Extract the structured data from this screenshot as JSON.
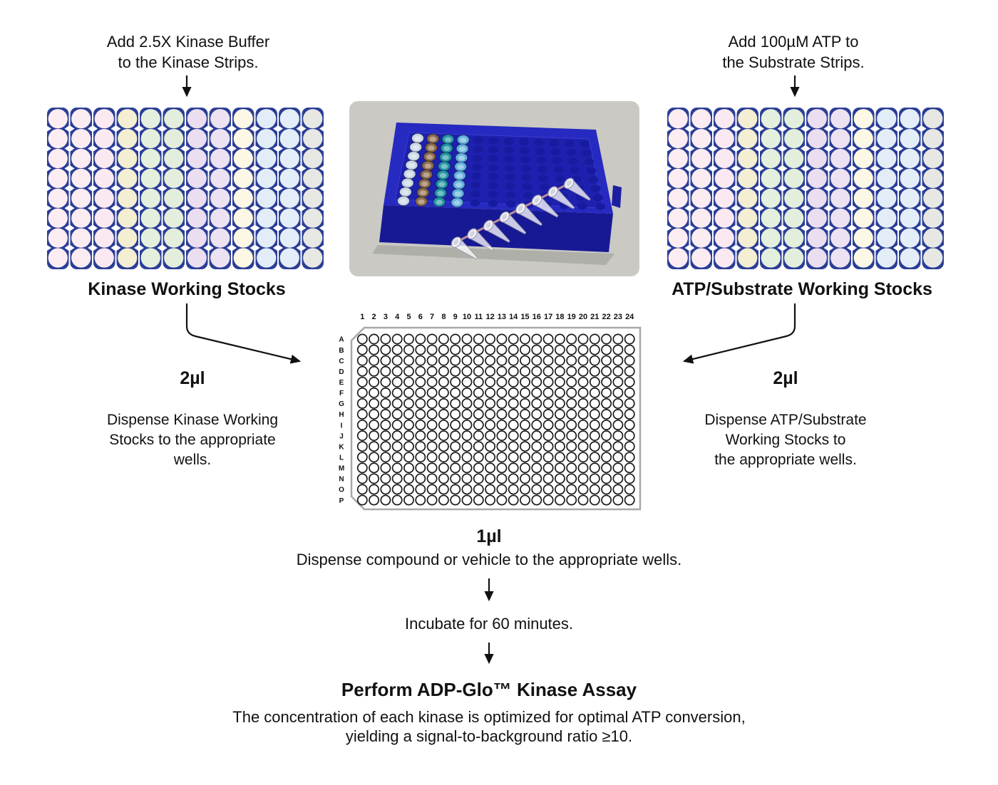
{
  "diagram": {
    "top_left_instruction": "Add 2.5X Kinase Buffer\nto the Kinase Strips.",
    "top_right_instruction": "Add 100µM ATP to\nthe Substrate Strips.",
    "left_plate_caption": "Kinase Working Stocks",
    "right_plate_caption": "ATP/Substrate Working Stocks",
    "left_dispense_volume": "2µl",
    "left_dispense_text": "Dispense Kinase Working\nStocks to the appropriate\nwells.",
    "right_dispense_volume": "2µl",
    "right_dispense_text": "Dispense ATP/Substrate\nWorking Stocks to\nthe appropriate wells.",
    "center_volume": "1µl",
    "center_dispense_text": "Dispense compound or vehicle to the appropriate wells.",
    "incubate_text": "Incubate for 60 minutes.",
    "perform_title": "Perform ADP-Glo™ Kinase Assay",
    "note_text": "The concentration of each kinase is optimized for optimal ATP conversion,\nyielding a signal-to-background ratio ≥10."
  },
  "strip_plate": {
    "strips": 12,
    "rows": 8,
    "body_color": "#2b3e96",
    "notch_color": "#ffffff",
    "strip_colors": [
      "#fcedf3",
      "#fbecf2",
      "#fae9f1",
      "#f4eed3",
      "#e4f0dd",
      "#e3efdc",
      "#eadef0",
      "#ede2f2",
      "#fcf8e5",
      "#e3edf8",
      "#e4eef8",
      "#e7e8e3"
    ]
  },
  "plate_384": {
    "column_labels": [
      "1",
      "2",
      "3",
      "4",
      "5",
      "6",
      "7",
      "8",
      "9",
      "10",
      "11",
      "12",
      "13",
      "14",
      "15",
      "16",
      "17",
      "18",
      "19",
      "20",
      "21",
      "22",
      "23",
      "24"
    ],
    "row_labels": [
      "A",
      "B",
      "C",
      "D",
      "E",
      "F",
      "G",
      "H",
      "I",
      "J",
      "K",
      "L",
      "M",
      "N",
      "O",
      "P"
    ],
    "outline_color": "#a8a8a8",
    "well_stroke_color": "#1a1a1a",
    "label_color": "#111111"
  },
  "photo": {
    "bg_color": "#cac9c3",
    "rack_top_color": "#262ac0",
    "rack_recess_color": "#1e21ad",
    "rack_front_color": "#171994",
    "hole_color": "#181aa0",
    "tube_strip_colors": [
      "#c9d8e6",
      "#8a6a48",
      "#2295a4",
      "#62b0de"
    ]
  },
  "arrow_color": "#111111"
}
